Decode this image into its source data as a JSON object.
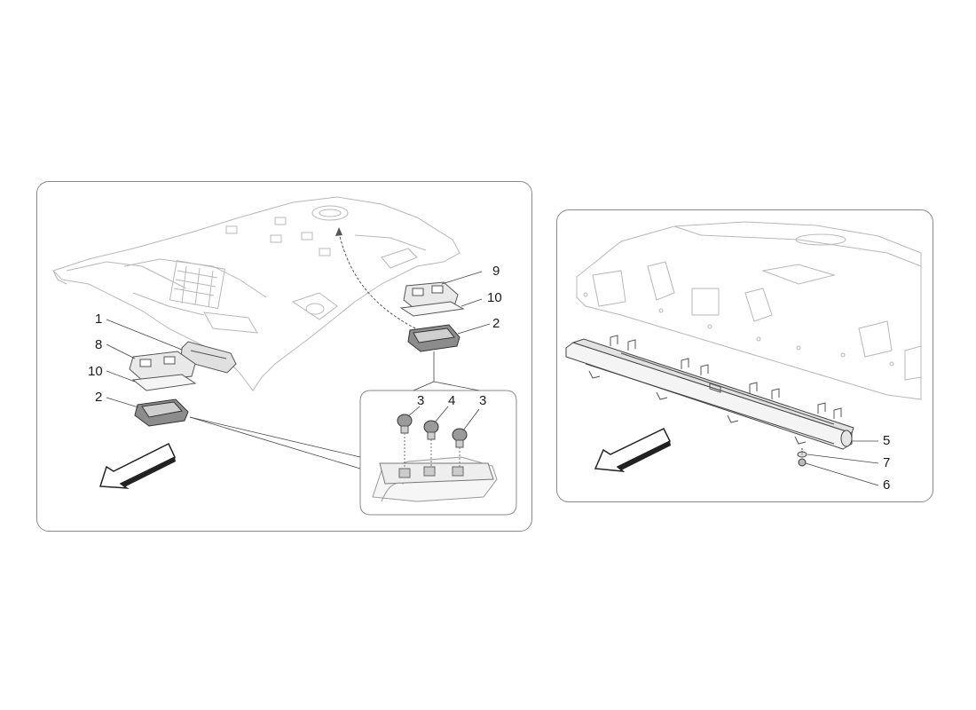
{
  "diagram": {
    "left_panel": {
      "callouts": [
        {
          "id": "c9",
          "label": "9"
        },
        {
          "id": "c10a",
          "label": "10"
        },
        {
          "id": "c2a",
          "label": "2"
        },
        {
          "id": "c1",
          "label": "1"
        },
        {
          "id": "c8",
          "label": "8"
        },
        {
          "id": "c10b",
          "label": "10"
        },
        {
          "id": "c2b",
          "label": "2"
        },
        {
          "id": "c3a",
          "label": "3"
        },
        {
          "id": "c4",
          "label": "4"
        },
        {
          "id": "c3b",
          "label": "3"
        }
      ]
    },
    "right_panel": {
      "callouts": [
        {
          "id": "c5",
          "label": "5"
        },
        {
          "id": "c7",
          "label": "7"
        },
        {
          "id": "c6",
          "label": "6"
        }
      ]
    }
  },
  "colors": {
    "line": "#6e6e6e",
    "ghost": "#b8b8b8",
    "part_fill": "#e9e9e9",
    "text": "#1a1a1a"
  },
  "icons": [
    "front-direction-arrow-icon"
  ]
}
